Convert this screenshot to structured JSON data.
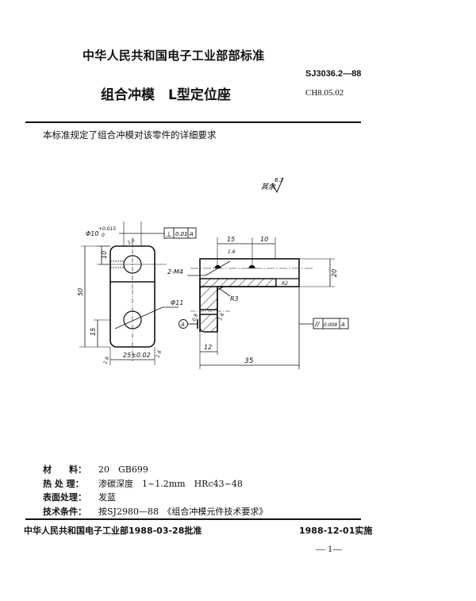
{
  "header": {
    "organization_standard": "中华人民共和国电子工业部部标准",
    "standard_code": "SJ3036.2—88",
    "title": "组合冲模　L型定位座",
    "classification_code": "CH8.05.02"
  },
  "intro": "本标准规定了组合冲模对该零件的详细要求",
  "drawing": {
    "surface_roughness_note": "其余",
    "surface_roughness_value": "6.3",
    "front_view": {
      "hole_dia_tol": "Φ10",
      "hole_tol_upper": "+0.015",
      "hole_tol_lower": "0",
      "perpendicularity_symbol": "⊥",
      "perpendicularity_value": "0.01",
      "perpendicularity_datum": "A",
      "dim_top_hole": "10",
      "dim_total_height": "50",
      "dim_bottom_hole": "15",
      "hole_small": "Φ11",
      "dim_width": "25±0.02",
      "roughness_left": "1.6",
      "roughness_right": "1.6",
      "roughness_hole": "1.6"
    },
    "side_view": {
      "dim_15": "15",
      "dim_10": "10",
      "dim_20": "20",
      "roughness_top": "1.6",
      "thread_note": "2-M4",
      "radius_inner": "R3",
      "radius_outer": "R2",
      "datum_label": "A",
      "roughness_datum": "0.8",
      "roughness_right": "1.6",
      "dim_12": "12",
      "dim_35": "35",
      "parallelism_symbol": "//",
      "parallelism_value": "0.008",
      "parallelism_datum": "A"
    }
  },
  "specs": [
    {
      "label": "材　　料：",
      "value": "20　GB699"
    },
    {
      "label": "热 处 理：",
      "value": "渗碳深度　1~1.2mm　HRc43~48"
    },
    {
      "label": "表面处理：",
      "value": "发蓝"
    },
    {
      "label": "技术条件：",
      "value": "按SJ2980—88　《组合冲模元件技术要求》"
    }
  ],
  "footer": {
    "approval": "中华人民共和国电子工业部1988-03-28批准",
    "effective": "1988-12-01实施",
    "page_number": "— 1—"
  }
}
